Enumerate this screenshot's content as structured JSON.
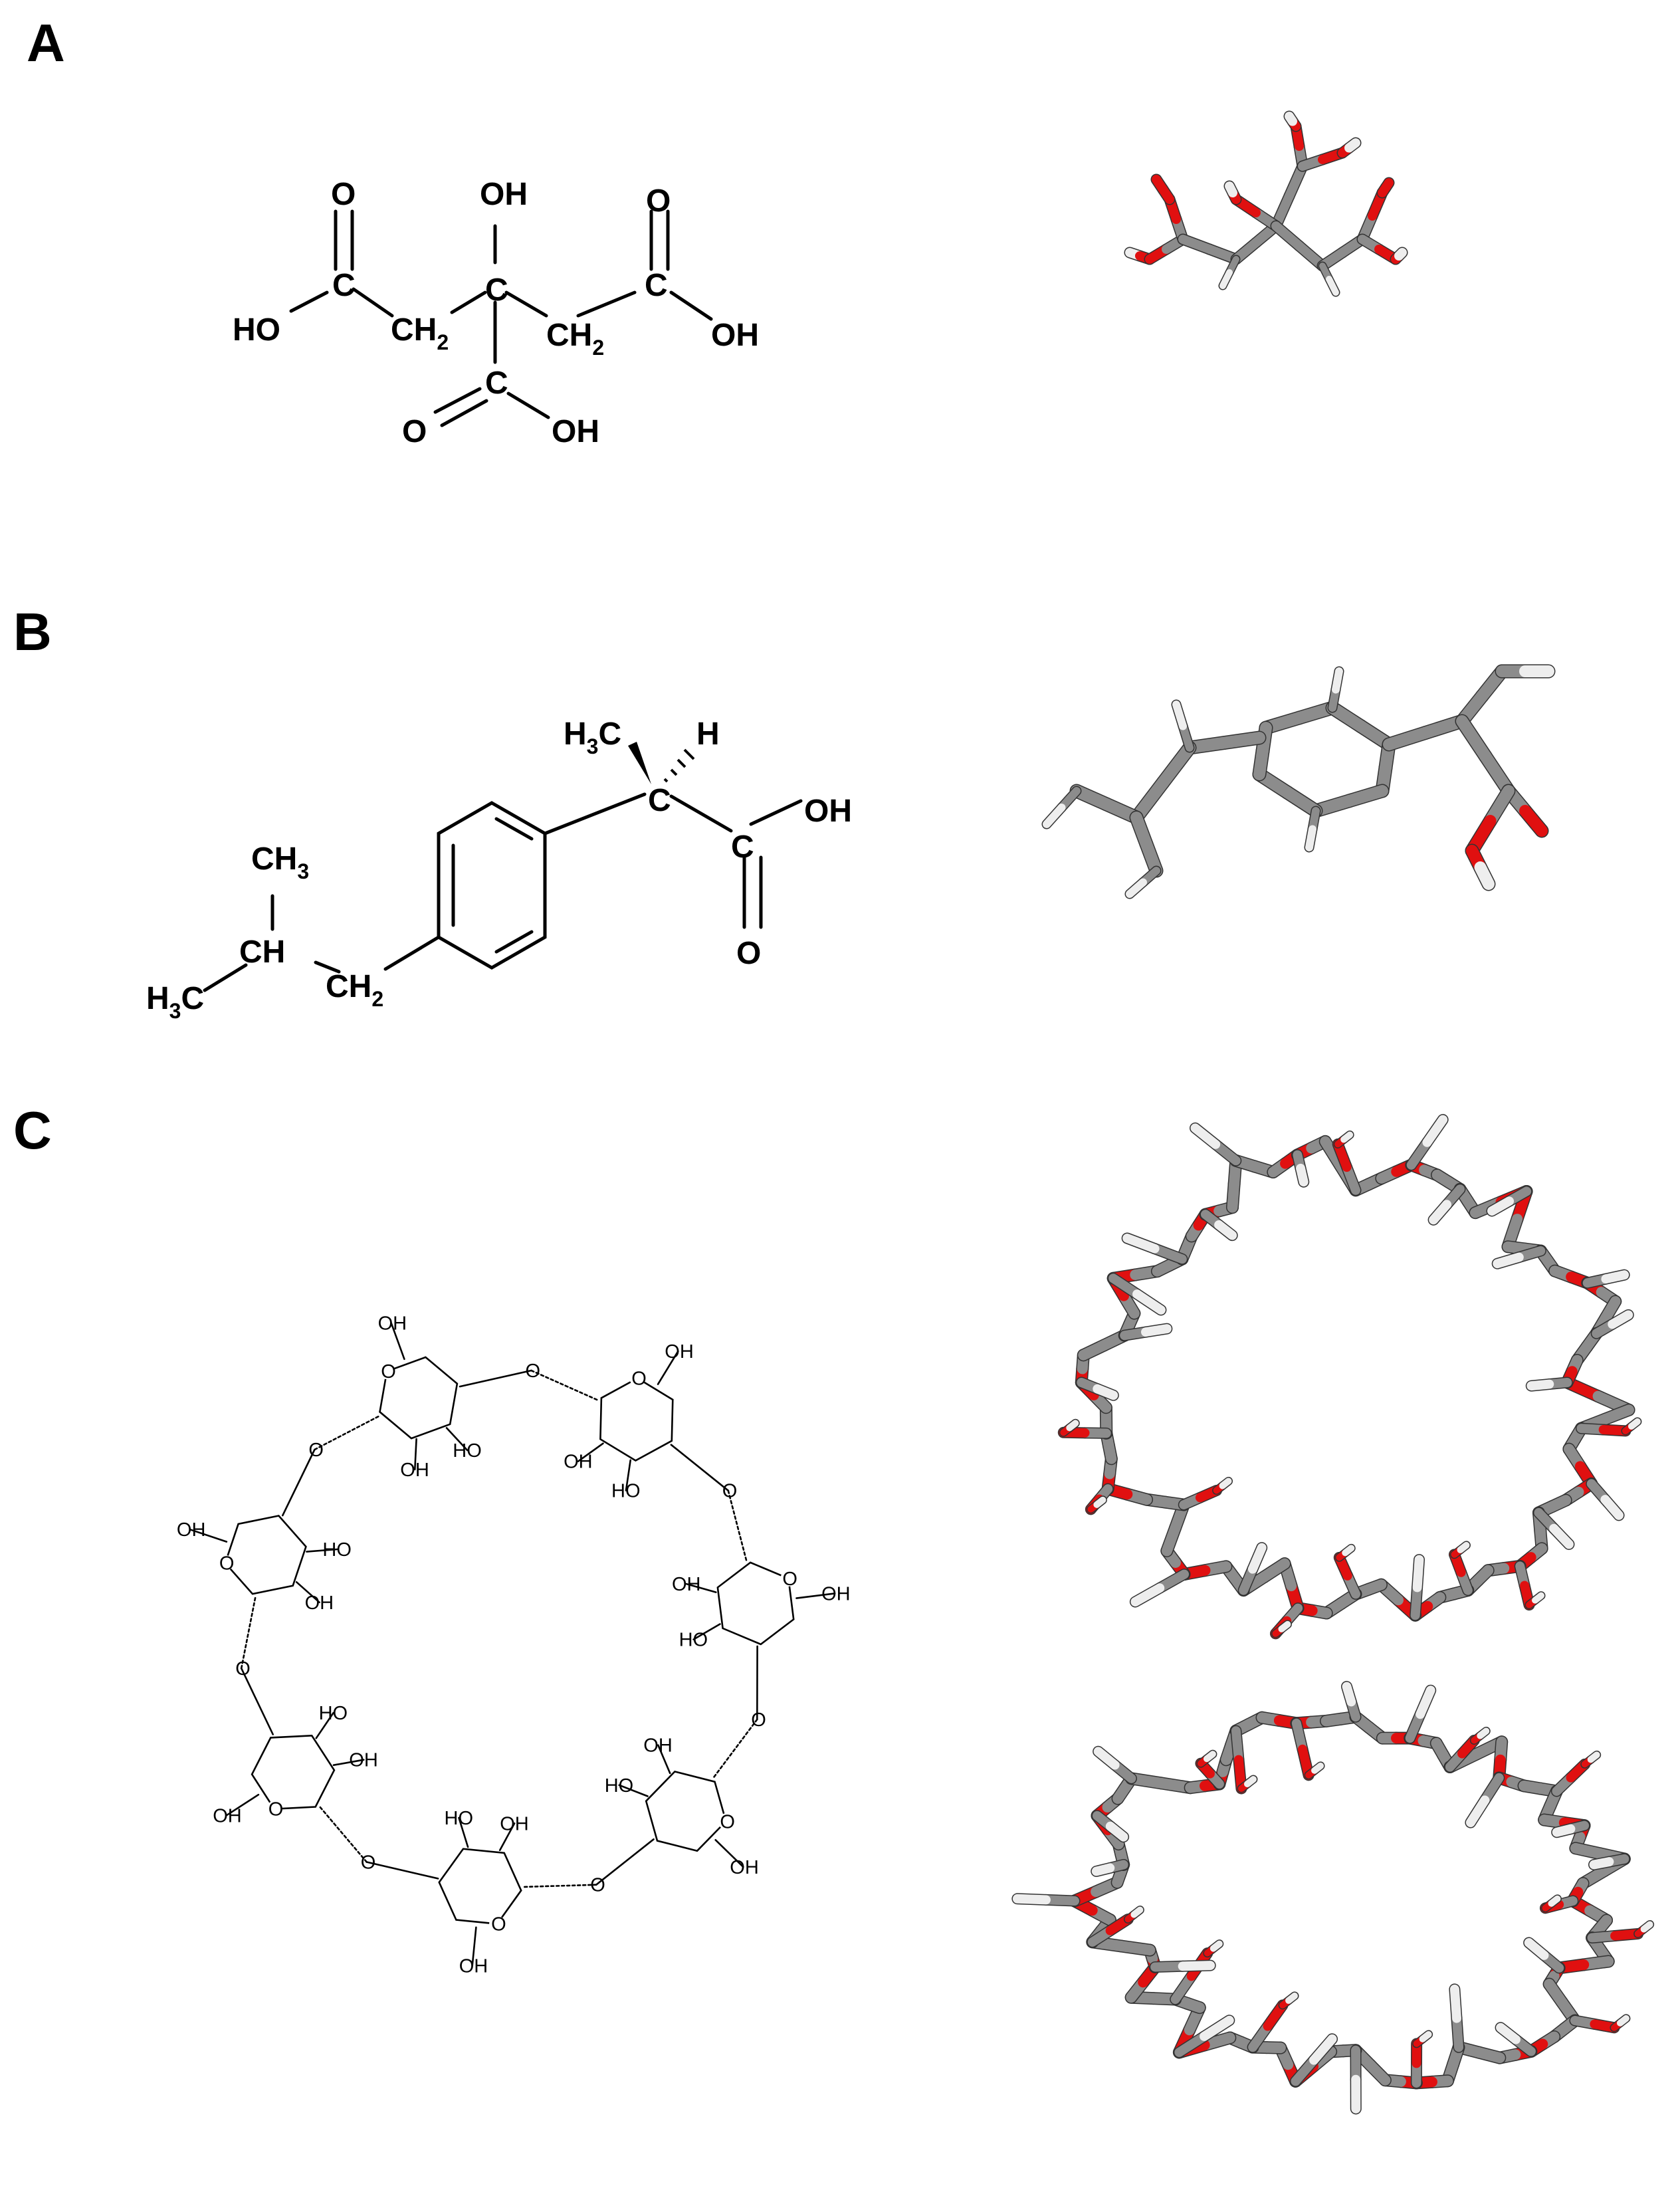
{
  "panels": [
    {
      "label": "A"
    },
    {
      "label": "B"
    },
    {
      "label": "C"
    }
  ],
  "atoms": {
    "O": "O",
    "OH": "OH",
    "HO": "HO",
    "C": "C",
    "CH": "CH",
    "CH2": "CH",
    "CH3": "CH",
    "H3C": "H",
    "H": "H",
    "sub2": "2",
    "sub3": "3"
  },
  "colors": {
    "bond": "#000000",
    "carbon_3d": "#8c8c8c",
    "oxygen_3d": "#e01010",
    "hydrogen_3d": "#eeeeee"
  }
}
